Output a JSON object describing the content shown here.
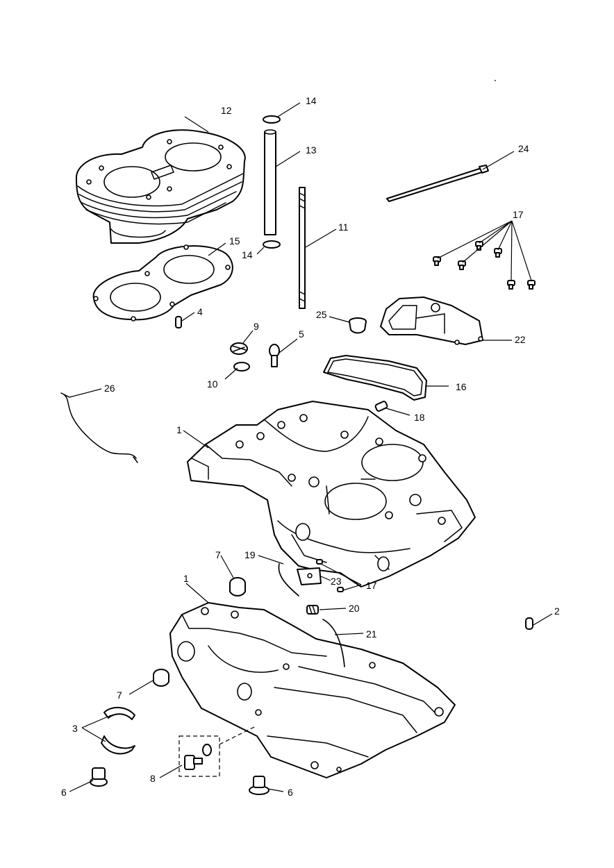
{
  "callouts": [
    {
      "id": "c1a",
      "label": "1"
    },
    {
      "id": "c1b",
      "label": "1"
    },
    {
      "id": "c2",
      "label": "2"
    },
    {
      "id": "c3",
      "label": "3"
    },
    {
      "id": "c4",
      "label": "4"
    },
    {
      "id": "c5",
      "label": "5"
    },
    {
      "id": "c6a",
      "label": "6"
    },
    {
      "id": "c6b",
      "label": "6"
    },
    {
      "id": "c7a",
      "label": "7"
    },
    {
      "id": "c7b",
      "label": "7"
    },
    {
      "id": "c8",
      "label": "8"
    },
    {
      "id": "c9",
      "label": "9"
    },
    {
      "id": "c10",
      "label": "10"
    },
    {
      "id": "c11",
      "label": "11"
    },
    {
      "id": "c12",
      "label": "12"
    },
    {
      "id": "c13",
      "label": "13"
    },
    {
      "id": "c14a",
      "label": "14"
    },
    {
      "id": "c14b",
      "label": "14"
    },
    {
      "id": "c15",
      "label": "15"
    },
    {
      "id": "c16",
      "label": "16"
    },
    {
      "id": "c17a",
      "label": "17"
    },
    {
      "id": "c17b",
      "label": "17"
    },
    {
      "id": "c18",
      "label": "18"
    },
    {
      "id": "c19",
      "label": "19"
    },
    {
      "id": "c20",
      "label": "20"
    },
    {
      "id": "c21",
      "label": "21"
    },
    {
      "id": "c22",
      "label": "22"
    },
    {
      "id": "c23",
      "label": "23"
    },
    {
      "id": "c24",
      "label": "24"
    },
    {
      "id": "c25",
      "label": "25"
    },
    {
      "id": "c26",
      "label": "26"
    }
  ]
}
